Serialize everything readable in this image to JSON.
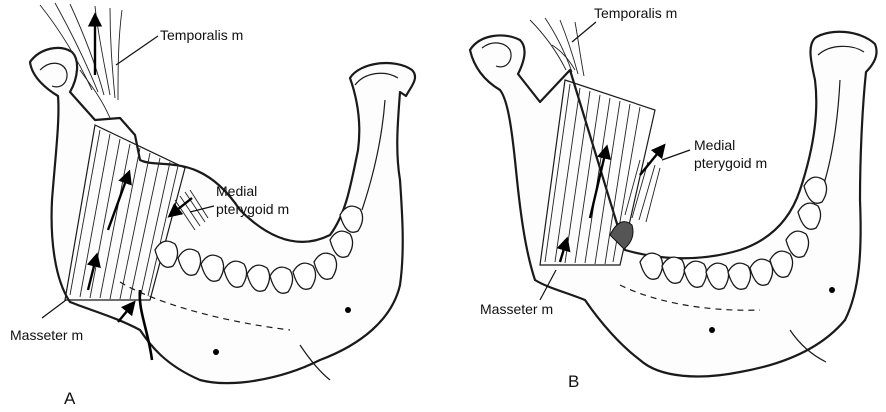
{
  "panels": [
    {
      "id": "A",
      "panel_label": "A",
      "labels": {
        "temporalis": "Temporalis m",
        "medial_pterygoid_line1": "Medial",
        "medial_pterygoid_line2": "pterygoid m",
        "masseter": "Masseter m"
      }
    },
    {
      "id": "B",
      "panel_label": "B",
      "labels": {
        "temporalis": "Temporalis m",
        "medial_pterygoid_line1": "Medial",
        "medial_pterygoid_line2": "pterygoid m",
        "masseter": "Masseter m"
      }
    }
  ]
}
